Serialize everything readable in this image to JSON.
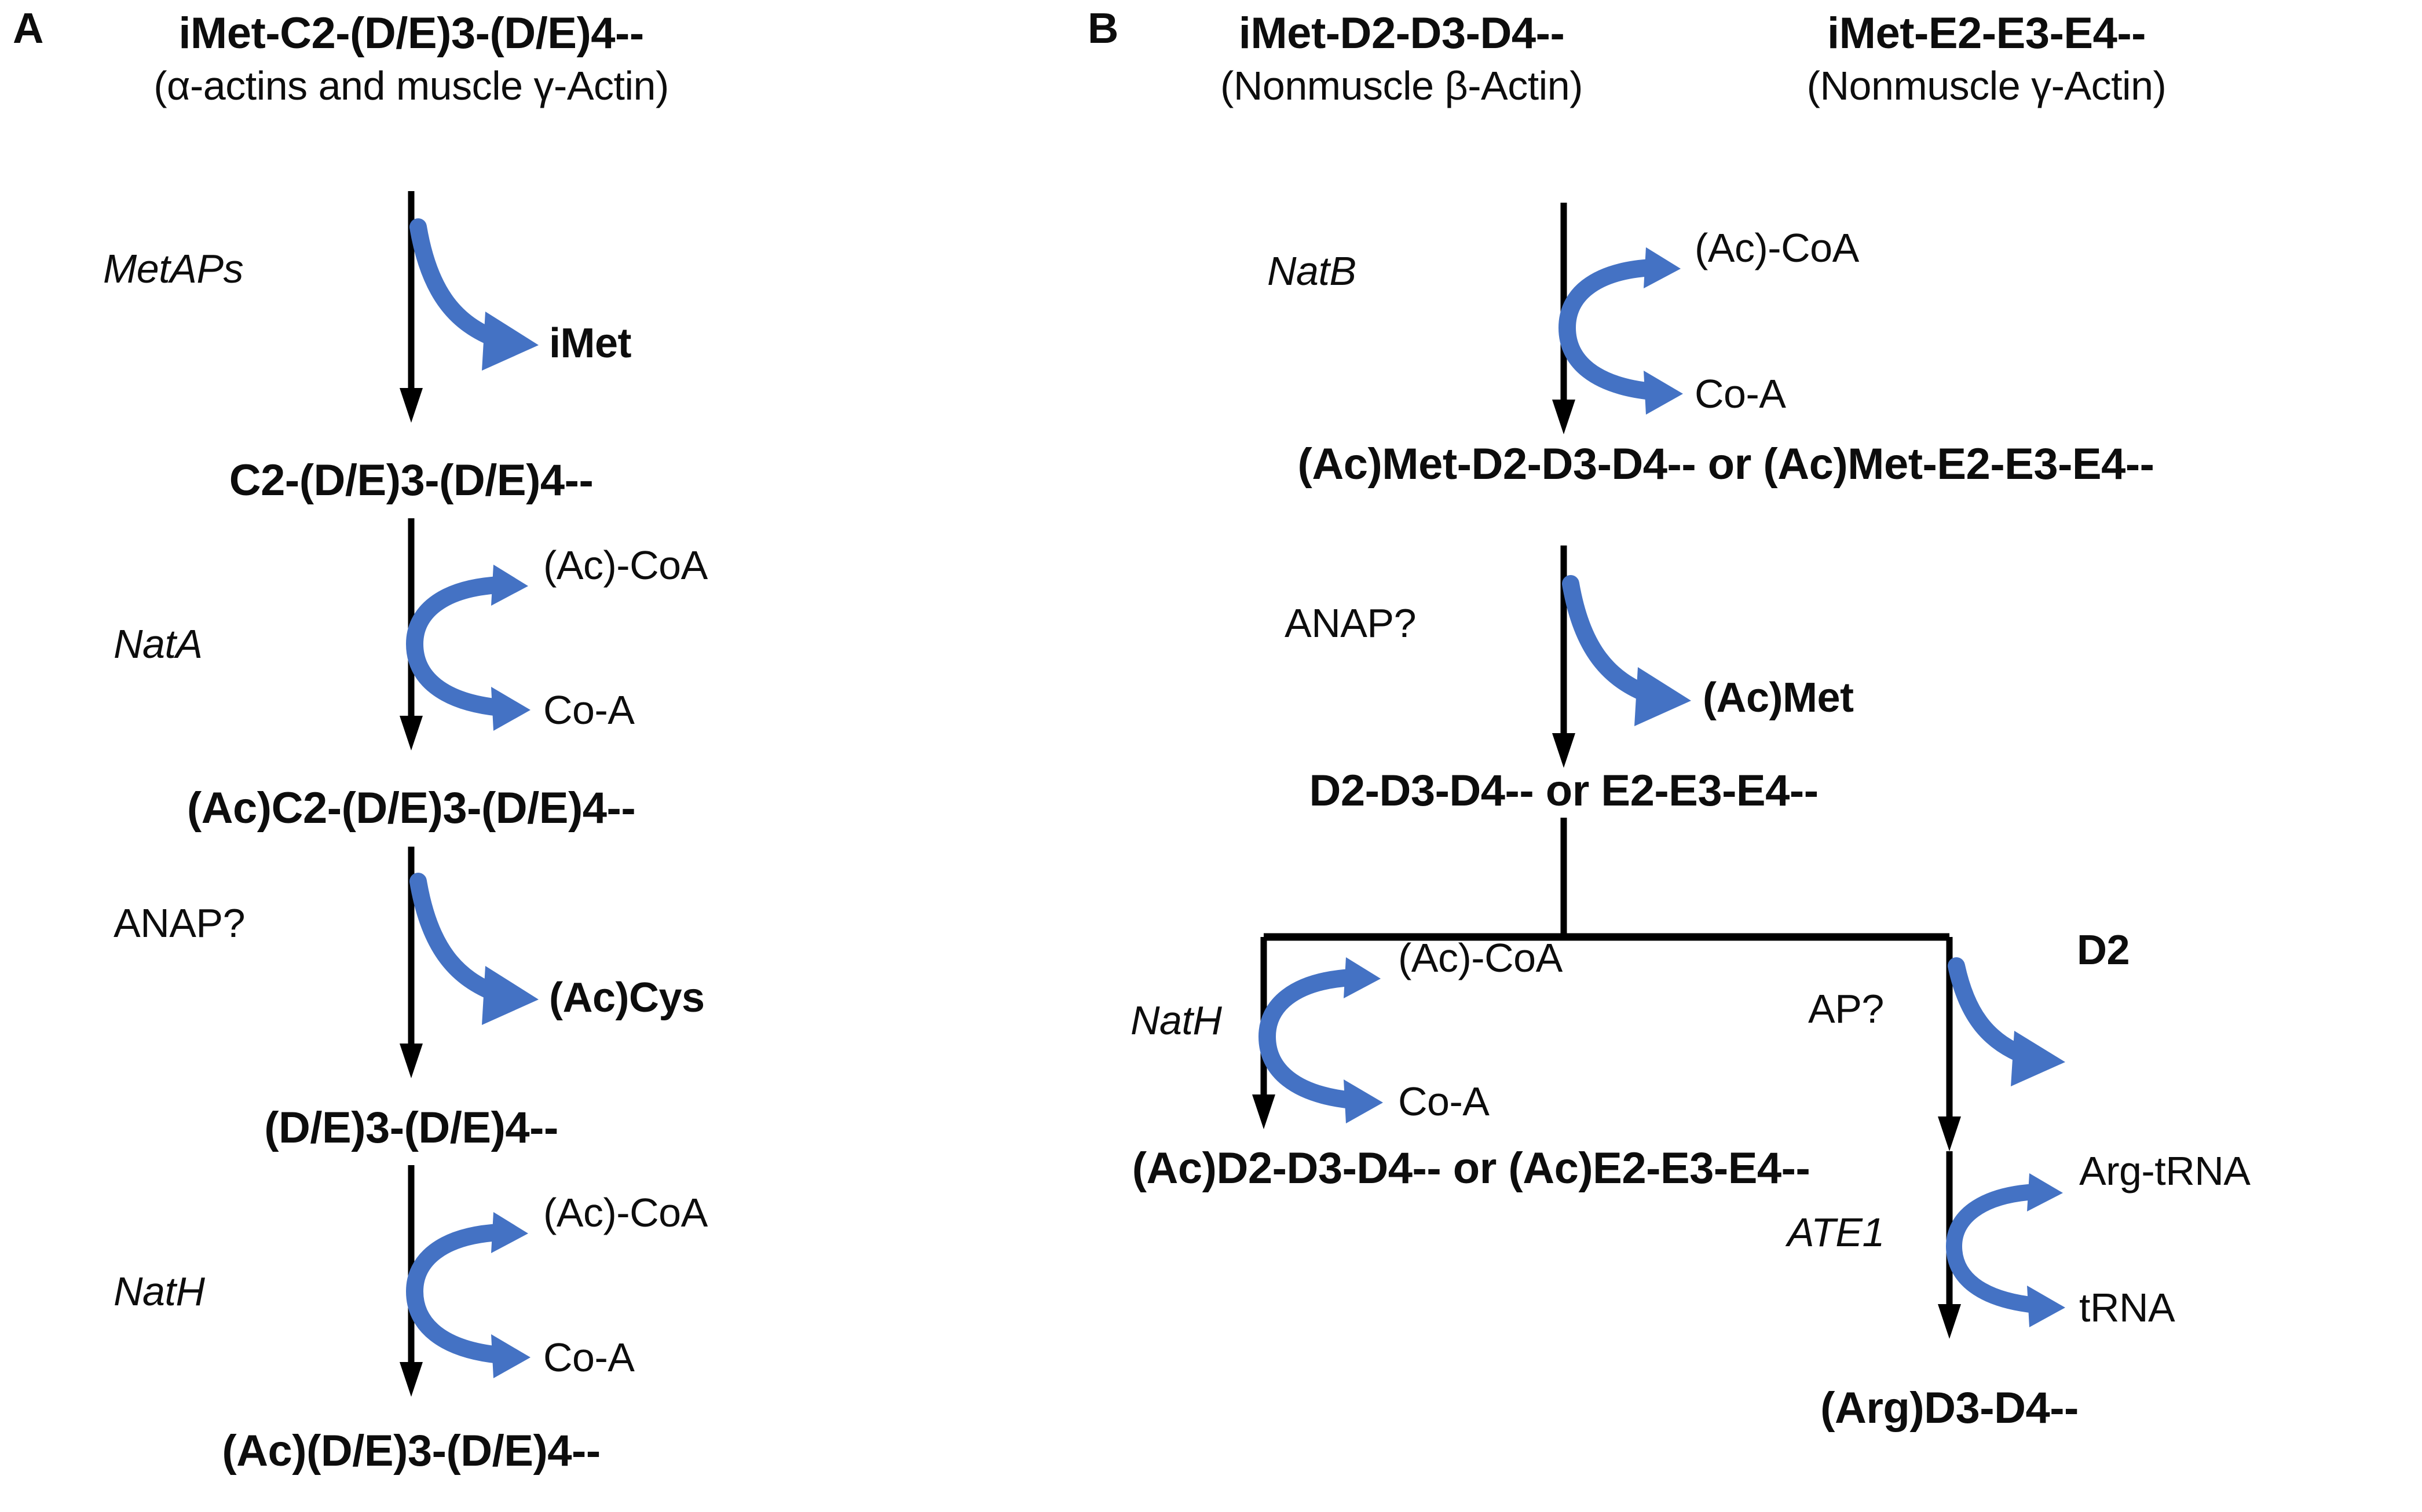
{
  "figure": {
    "type": "biochemical-pathway-diagram",
    "title": "Actin N-terminal processing pathways",
    "background_color": "#ffffff",
    "text_color": "#0d0d0d",
    "arrow_color": "#000000",
    "cofactor_arrow_color": "#4472C4"
  },
  "panels": [
    {
      "id": "A",
      "letter": "A",
      "header": {
        "sequence": "iMet-C2-(D/E)3-(D/E)4--",
        "subtitle": "(α-actins and muscle γ-Actin)"
      },
      "steps": [
        {
          "enzyme": "MetAPs",
          "enzyme_style": "italic",
          "arrow_kind": "side-release",
          "released": "iMet",
          "released_bold": true,
          "product": "C2-(D/E)3-(D/E)4--"
        },
        {
          "enzyme": "NatA",
          "enzyme_style": "italic",
          "arrow_kind": "c-curve",
          "substrate_in": "(Ac)-CoA",
          "substrate_out": "Co-A",
          "product": "(Ac)C2-(D/E)3-(D/E)4--"
        },
        {
          "enzyme": "ANAP?",
          "enzyme_style": "plain",
          "arrow_kind": "side-release",
          "released": "(Ac)Cys",
          "released_bold": true,
          "product": "(D/E)3-(D/E)4--"
        },
        {
          "enzyme": "NatH",
          "enzyme_style": "italic",
          "arrow_kind": "c-curve",
          "substrate_in": "(Ac)-CoA",
          "substrate_out": "Co-A",
          "product": "(Ac)(D/E)3-(D/E)4--"
        }
      ]
    },
    {
      "id": "B",
      "letter": "B",
      "headers": [
        {
          "sequence": "iMet-D2-D3-D4--",
          "subtitle": "(Nonmuscle β-Actin)"
        },
        {
          "sequence": "iMet-E2-E3-E4--",
          "subtitle": "(Nonmuscle γ-Actin)"
        }
      ],
      "steps": [
        {
          "enzyme": "NatB",
          "enzyme_style": "italic",
          "arrow_kind": "c-curve",
          "substrate_in": "(Ac)-CoA",
          "substrate_out": "Co-A",
          "product": "(Ac)Met-D2-D3-D4--  or  (Ac)Met-E2-E3-E4--"
        },
        {
          "enzyme": "ANAP?",
          "enzyme_style": "plain",
          "arrow_kind": "side-release",
          "released": "(Ac)Met",
          "released_bold": true,
          "product": "D2-D3-D4--  or  E2-E3-E4--"
        }
      ],
      "branch": {
        "junction": "T-split",
        "left": {
          "enzyme": "NatH",
          "enzyme_style": "italic",
          "arrow_kind": "c-curve",
          "substrate_in": "(Ac)-CoA",
          "substrate_out": "Co-A",
          "product": "(Ac)D2-D3-D4--  or  (Ac)E2-E3-E4--"
        },
        "right": {
          "steps": [
            {
              "enzyme": "AP?",
              "enzyme_style": "plain",
              "arrow_kind": "side-release",
              "released": "D2",
              "released_bold": true
            },
            {
              "enzyme": "ATE1",
              "enzyme_style": "italic",
              "arrow_kind": "c-curve",
              "substrate_in": "Arg-tRNA",
              "substrate_out": "tRNA"
            }
          ],
          "product": "(Arg)D3-D4--"
        }
      }
    }
  ]
}
